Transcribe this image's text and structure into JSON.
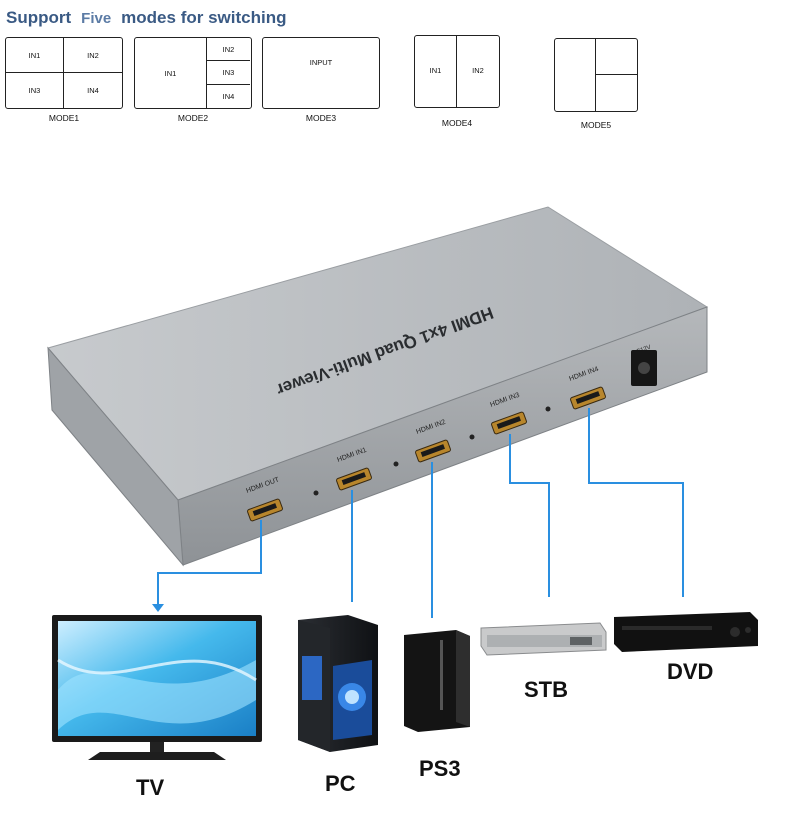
{
  "heading": {
    "part1": "Support",
    "part2": "Five",
    "part3": "modes for switching"
  },
  "modes": [
    {
      "label": "MODE1",
      "cells": [
        "IN1",
        "IN2",
        "IN3",
        "IN4"
      ]
    },
    {
      "label": "MODE2",
      "cells": [
        "IN1",
        "IN2",
        "IN3",
        "IN4"
      ]
    },
    {
      "label": "MODE3",
      "cells": [
        "INPUT"
      ]
    },
    {
      "label": "MODE4",
      "cells": [
        "IN1",
        "IN2"
      ]
    },
    {
      "label": "MODE5",
      "cells": []
    }
  ],
  "device": {
    "title": "HDMI 4x1 Quad Multi-Viewer",
    "ports": [
      "HDMI OUT",
      "HDMI IN1",
      "HDMI IN2",
      "HDMI IN3",
      "HDMI IN4"
    ],
    "power": "DC12V"
  },
  "endpoints": {
    "tv": "TV",
    "pc": "PC",
    "ps3": "PS3",
    "stb": "STB",
    "dvd": "DVD"
  },
  "colors": {
    "heading": "#3a5a84",
    "cable": "#2a8fe0",
    "device_body": "#b9bcc0"
  }
}
